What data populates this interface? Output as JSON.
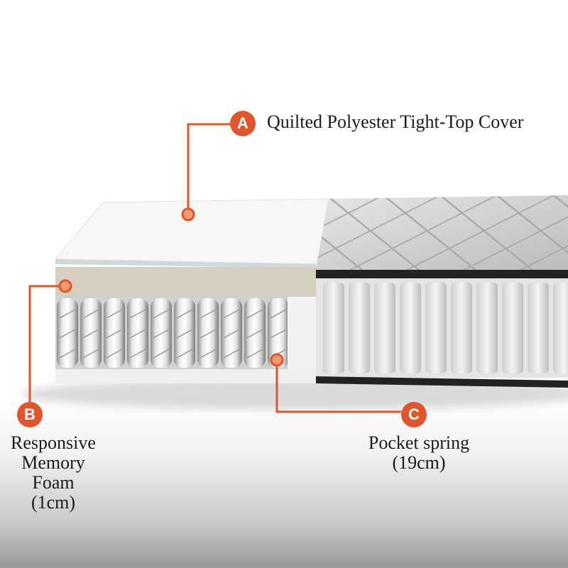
{
  "callouts": [
    {
      "letter": "A",
      "lines": [
        "Quilted Polyester Tight-Top Cover"
      ]
    },
    {
      "letter": "B",
      "lines": [
        "Responsive",
        "Memory",
        "Foam",
        "(1cm)"
      ]
    },
    {
      "letter": "C",
      "lines": [
        "Pocket spring",
        "(19cm)"
      ]
    }
  ],
  "colors": {
    "accent": "#e0552a",
    "foam": "#d6cfbf",
    "fabric": "#d4d4d4"
  }
}
